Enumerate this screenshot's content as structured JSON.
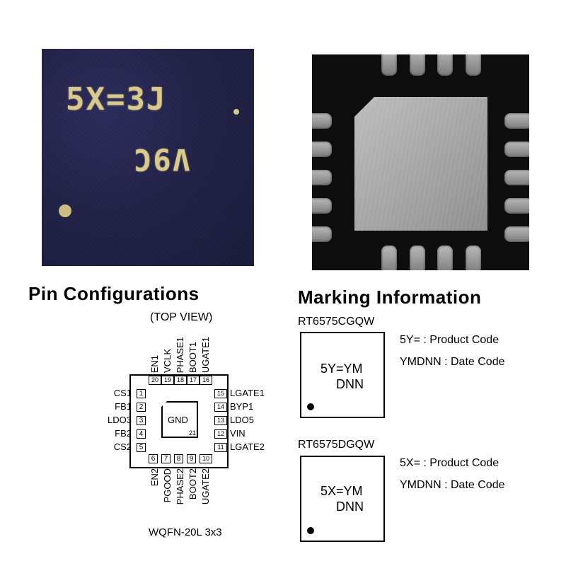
{
  "photos": {
    "top_marking": {
      "line1": "5X=3J",
      "line2": "V9C"
    }
  },
  "pin_configurations": {
    "title": "Pin Configurations",
    "view_label": "(TOP VIEW)",
    "package_name": "WQFN-20L 3x3",
    "exposed_pad": {
      "label": "GND",
      "pin": "21"
    },
    "pins": [
      {
        "num": "1",
        "name": "CS1"
      },
      {
        "num": "2",
        "name": "FB1"
      },
      {
        "num": "3",
        "name": "LDO3"
      },
      {
        "num": "4",
        "name": "FB2"
      },
      {
        "num": "5",
        "name": "CS2"
      },
      {
        "num": "6",
        "name": "EN2"
      },
      {
        "num": "7",
        "name": "PGOOD"
      },
      {
        "num": "8",
        "name": "PHASE2"
      },
      {
        "num": "9",
        "name": "BOOT2"
      },
      {
        "num": "10",
        "name": "UGATE2"
      },
      {
        "num": "11",
        "name": "LGATE2"
      },
      {
        "num": "12",
        "name": "VIN"
      },
      {
        "num": "13",
        "name": "LDO5"
      },
      {
        "num": "14",
        "name": "BYP1"
      },
      {
        "num": "15",
        "name": "LGATE1"
      },
      {
        "num": "16",
        "name": "UGATE1"
      },
      {
        "num": "17",
        "name": "BOOT1"
      },
      {
        "num": "18",
        "name": "PHASE1"
      },
      {
        "num": "19",
        "name": "VCLK"
      },
      {
        "num": "20",
        "name": "EN1"
      }
    ]
  },
  "marking_information": {
    "title": "Marking Information",
    "parts": [
      {
        "part_number": "RT6575CGQW",
        "mark_line1": "5Y=YM",
        "mark_line2": "DNN",
        "legend_product": "5Y= : Product Code",
        "legend_date": "YMDNN : Date Code"
      },
      {
        "part_number": "RT6575DGQW",
        "mark_line1": "5X=YM",
        "mark_line2": "DNN",
        "legend_product": "5X= : Product Code",
        "legend_date": "YMDNN : Date Code"
      }
    ]
  }
}
